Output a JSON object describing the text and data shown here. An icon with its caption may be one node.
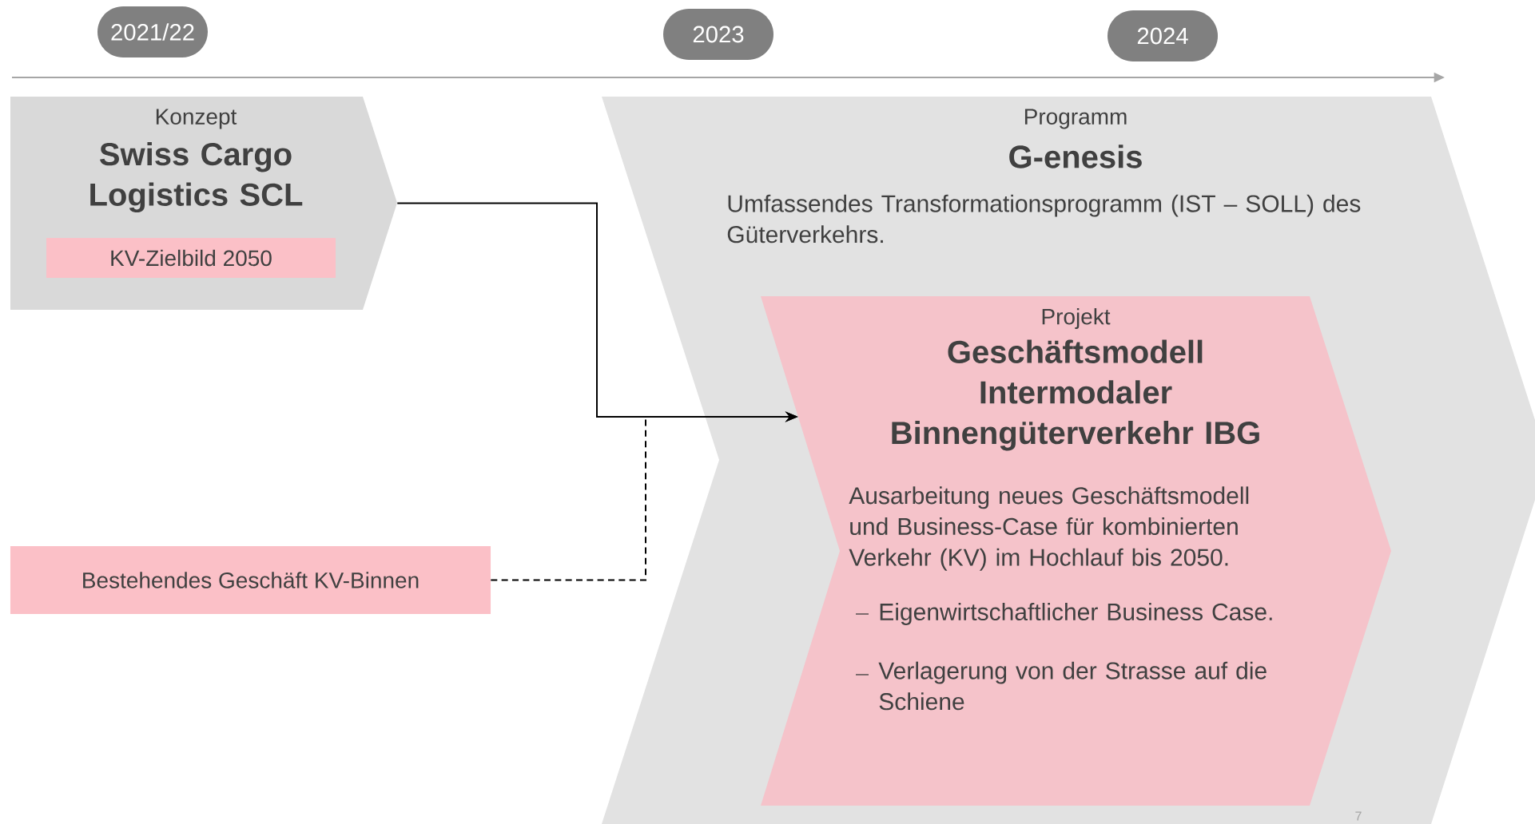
{
  "diagram": {
    "nodes": [
      {
        "text": [
          "2021/22"
        ]
      },
      {
        "text": [
          "2023"
        ]
      },
      {
        "text": [
          "2024"
        ]
      },
      {
        "text": [
          "Konzept",
          "Swiss Cargo Logistics SCL"
        ]
      },
      {
        "text": [
          "KV-Zielbild 2050"
        ],
        "in": 3
      },
      {
        "text": [
          "Programm",
          "G-enesis",
          "Umfassendes Transformationsprogramm (IST – SOLL) des Güterverkehrs."
        ]
      },
      {
        "text": [
          "Projekt",
          "Geschäftsmodell Intermodaler Binnengüterverkehr IBG",
          "Ausarbeitung neues Geschäftsmodell und Business-Case für kombinierten Verkehr (KV) im Hochlauf bis 2050.",
          "Eigenwirtschaftlicher Business Case.",
          "Verlagerung von der Strasse auf die Schiene"
        ],
        "in": 5
      },
      {
        "text": [
          "Bestehendes Geschäft KV-Binnen"
        ]
      }
    ],
    "edges": [
      {
        "from": 3,
        "to": 6,
        "arrow": "to"
      },
      {
        "from": 7,
        "to": 6,
        "arrow": "to",
        "style": "dashed"
      }
    ],
    "labels": [
      "7"
    ]
  }
}
